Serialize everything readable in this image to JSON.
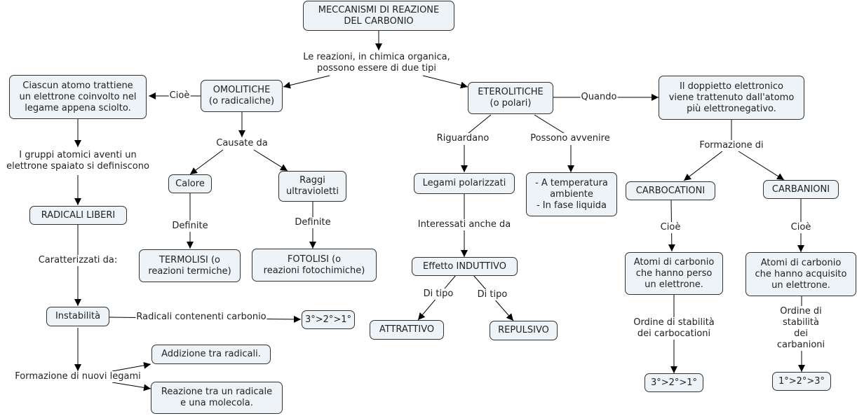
{
  "colors": {
    "node_fill": "#edf3f6",
    "node_border": "#333333",
    "line": "#000000",
    "text": "#222222"
  },
  "nodes": {
    "root": "MECCANISMI DI REAZIONE\nDEL CARBONIO",
    "omolitiche": "OMOLITICHE\n(o radicaliche)",
    "eterolitiche": "ETEROLITICHE\n(o polari)",
    "ciascun": "Ciascun atomo trattiene\nun elettrone coinvolto nel\nlegame appena sciolto.",
    "doppietto": "Il doppietto elettronico\nviene trattenuto dall'atomo\npiù elettronegativo.",
    "radicali_liberi": "RADICALI LIBERI",
    "calore": "Calore",
    "raggi": "Raggi\nultravioletti",
    "termolisi": "TERMOLISI (o\nreazioni termiche)",
    "fotolisi": "FOTOLISI (o\nreazioni fotochimiche)",
    "instabilita": "Instabilità",
    "radicali_order": "3°>2°>1°",
    "addizione": "Addizione tra radicali.",
    "reazione": "Reazione tra un radicale\ne una molecola.",
    "legami_polarizzati": "Legami polarizzati",
    "condizioni": "- A temperatura\nambiente\n- In fase liquida",
    "effetto_induttivo": "Effetto INDUTTIVO",
    "attrattivo": "ATTRATTIVO",
    "repulsivo": "REPULSIVO",
    "carbocationi": "CARBOCATIONI",
    "carbanioni": "CARBANIONI",
    "atomi_perso": "Atomi di carbonio\nche hanno perso\nun elettrone.",
    "atomi_acquisito": "Atomi di carbonio\nche hanno acquisito\nun elettrone.",
    "carbocation_order": "3°>2°>1°",
    "carbanion_order": "1°>2°>3°"
  },
  "labels": {
    "reazioni_tipi": "Le reazioni, in chimica organica,\npossono essere di due tipi",
    "cioe_left": "Cioè",
    "quando": "Quando",
    "gruppi_atomici": "I gruppi atomici aventi un\nelettrone spaiato si definiscono",
    "causate_da": "Causate da",
    "definite_1": "Definite",
    "definite_2": "Definite",
    "caratterizzati": "Caratterizzati da:",
    "radicali_contenenti": "Radicali contenenti carbonio",
    "formazione_legami": "Formazione di nuovi legami",
    "riguardano": "Riguardano",
    "possono_avvenire": "Possono avvenire",
    "interessati": "Interessati anche da",
    "di_tipo_1": "Di tipo",
    "di_tipo_2": "Di tipo",
    "formazione_di": "Formazione di",
    "cioe_carbocationi": "Cioè",
    "cioe_carbanioni": "Cioè",
    "ordine_carbocationi": "Ordine di stabilità\ndei carbocationi",
    "ordine_carbanioni": "Ordine di stabilità\ndei carbanioni"
  }
}
